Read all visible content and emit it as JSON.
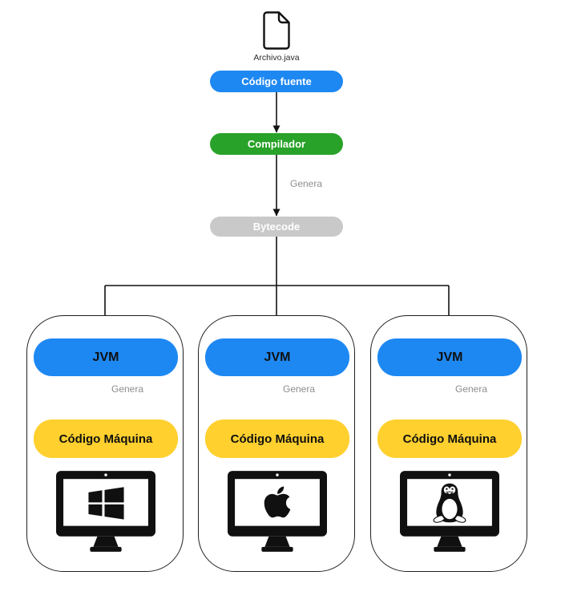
{
  "diagram": {
    "title": "Java compilation flow diagram",
    "file": {
      "label": "Archivo.java",
      "icon": "document-icon"
    },
    "nodes": {
      "source": {
        "label": "Código fuente"
      },
      "compiler": {
        "label": "Compilador"
      },
      "bytecode": {
        "label": "Bytecode"
      }
    },
    "edge_label": "Genera",
    "platforms": [
      {
        "name": "windows",
        "os_icon": "windows-logo",
        "jvm_label": "JVM",
        "edge_label": "Genera",
        "machine_label": "Código Máquina",
        "monitor_icon": "desktop-monitor-icon"
      },
      {
        "name": "apple",
        "os_icon": "apple-logo",
        "jvm_label": "JVM",
        "edge_label": "Genera",
        "machine_label": "Código Máquina",
        "monitor_icon": "desktop-monitor-icon"
      },
      {
        "name": "linux",
        "os_icon": "tux-penguin-logo",
        "jvm_label": "JVM",
        "edge_label": "Genera",
        "machine_label": "Código Máquina",
        "monitor_icon": "desktop-monitor-icon"
      }
    ],
    "colors": {
      "node-blue": "#1e88f2",
      "node-green": "#28a228",
      "node-gray": "#c9c9c9",
      "node-yellow": "#ffd02e",
      "line": "#111111",
      "muted-text": "#8e8e8e"
    }
  }
}
